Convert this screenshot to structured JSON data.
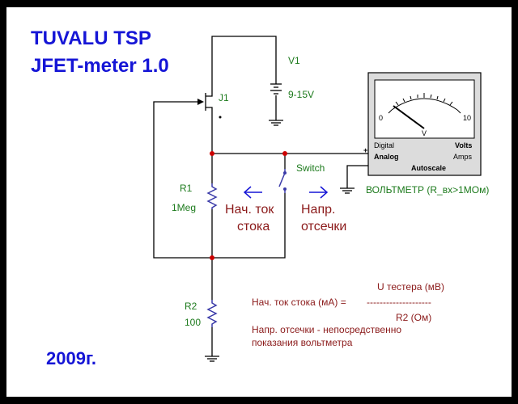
{
  "title": {
    "line1": "TUVALU TSP",
    "line2": "JFET-meter 1.0"
  },
  "year": "2009г.",
  "components": {
    "v1_name": "V1",
    "v1_value": "9-15V",
    "j1_name": "J1",
    "r1_name": "R1",
    "r1_value": "1Meg",
    "r2_name": "R2",
    "r2_value": "100",
    "switch_name": "Switch"
  },
  "meter": {
    "scale_min": "0",
    "scale_max": "10",
    "unit": "V",
    "digital": "Digital",
    "analog": "Analog",
    "volts": "Volts",
    "amps": "Amps",
    "autoscale": "Autoscale",
    "plus": "+",
    "caption": "ВОЛЬТМЕТР (R_вх>1МОм)"
  },
  "switch_modes": {
    "left_line1": "Нач. ток",
    "left_line2": "стока",
    "right_line1": "Напр.",
    "right_line2": "отсечки"
  },
  "formula": {
    "numerator": "U тестера (мВ)",
    "lhs": "Нач. ток стока (мА) =",
    "bar": "--------------------",
    "denominator": "R2 (Ом)",
    "note_line1": "Напр. отсечки - непосредственно",
    "note_line2": "показания вольтметра"
  },
  "colors": {
    "title": "#1515d6",
    "wire": "#000000",
    "node": "#cc0000",
    "component": "#3a3aa8",
    "label_green": "#1c7a1c",
    "label_maroon": "#8b1a1a"
  }
}
